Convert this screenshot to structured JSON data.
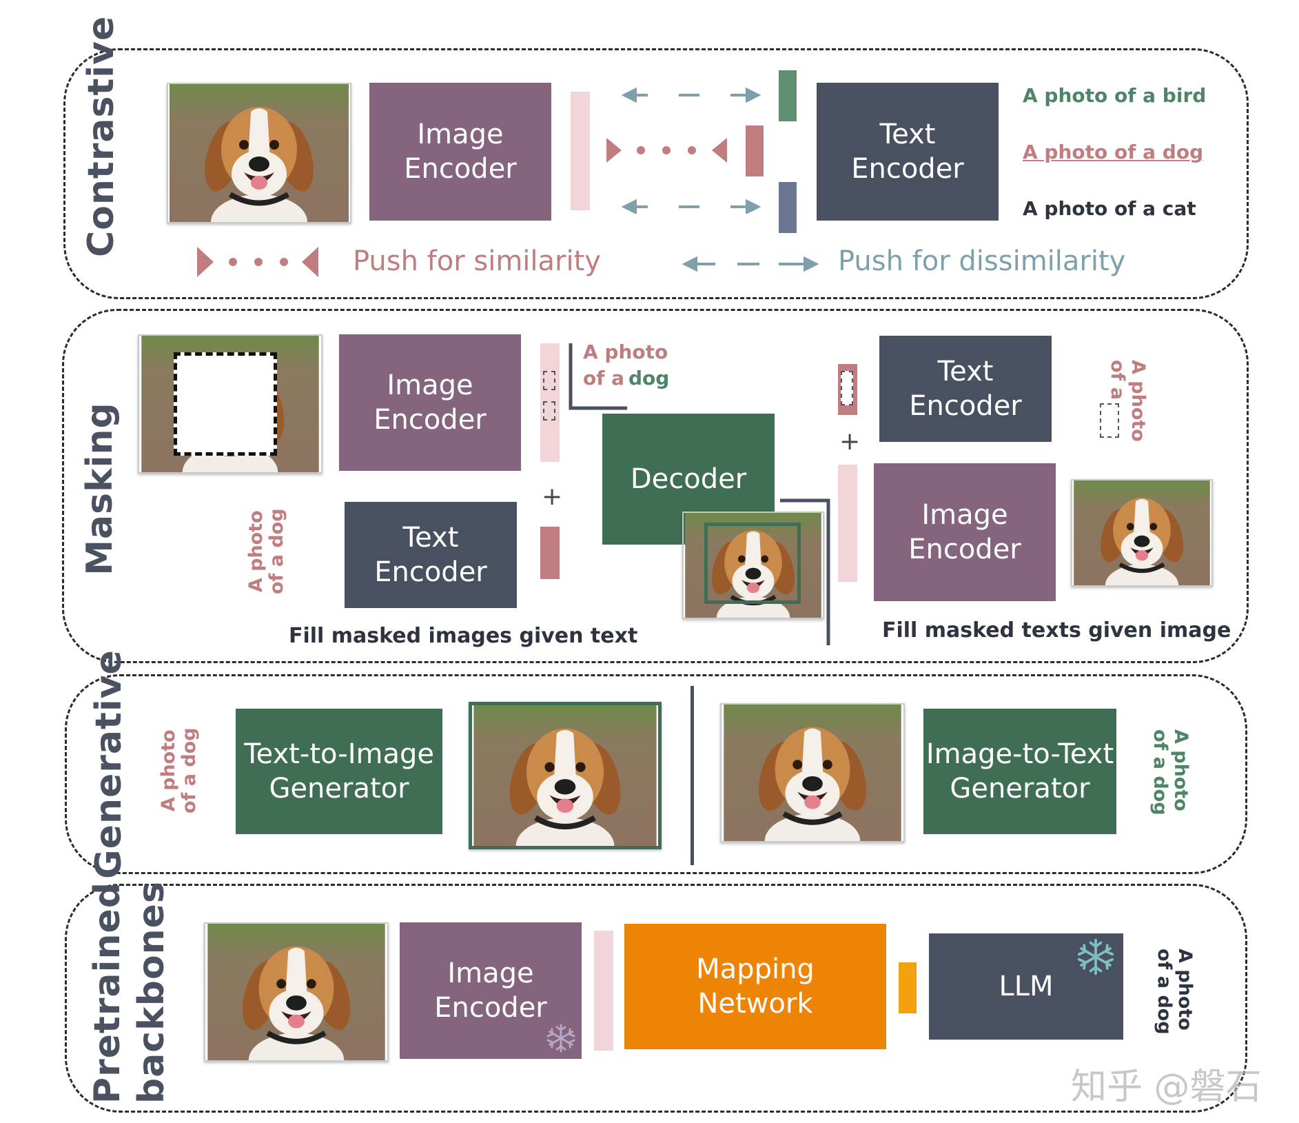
{
  "panels": {
    "contrastive": {
      "label": "Contrastive",
      "image_encoder": "Image\nEncoder",
      "text_encoder": "Text\nEncoder",
      "captions": [
        "A photo of a bird",
        "A photo of a dog",
        "A photo of a cat"
      ],
      "legend_similarity": "Push for similarity",
      "legend_dissimilarity": "Push for dissimilarity"
    },
    "masking": {
      "label": "Masking",
      "image_encoder_left": "Image\nEncoder",
      "text_encoder_left": "Text\nEncoder",
      "decoder": "Decoder",
      "text_encoder_right": "Text\nEncoder",
      "image_encoder_right": "Image\nEncoder",
      "masked_caption_line1": "A photo",
      "masked_caption_line2": "of a",
      "masked_caption_word": "dog",
      "rotated_caption_left": "A photo\nof a dog",
      "rotated_caption_right": "A photo\nof a",
      "plus": "+",
      "caption_left": "Fill masked images given text",
      "caption_right": "Fill masked texts given image"
    },
    "generative": {
      "label": "Generative",
      "t2i": "Text-to-Image\nGenerator",
      "i2t": "Image-to-Text\nGenerator",
      "rotated_caption_left": "A photo\nof a dog",
      "rotated_caption_right": "A photo\nof a dog"
    },
    "pretrained": {
      "label_line1": "Pretrained",
      "label_line2": "backbones",
      "image_encoder": "Image\nEncoder",
      "mapping": "Mapping\nNetwork",
      "llm": "LLM",
      "rotated_caption": "A photo\nof a dog"
    }
  },
  "watermark": "知乎 @磐石",
  "colors": {
    "encoder_image": "#85657e",
    "encoder_text": "#495161",
    "generator": "#3f6e55",
    "mapping": "#ee8406",
    "similarity": "#c07d80",
    "dissimilarity": "#7fa0ab"
  }
}
